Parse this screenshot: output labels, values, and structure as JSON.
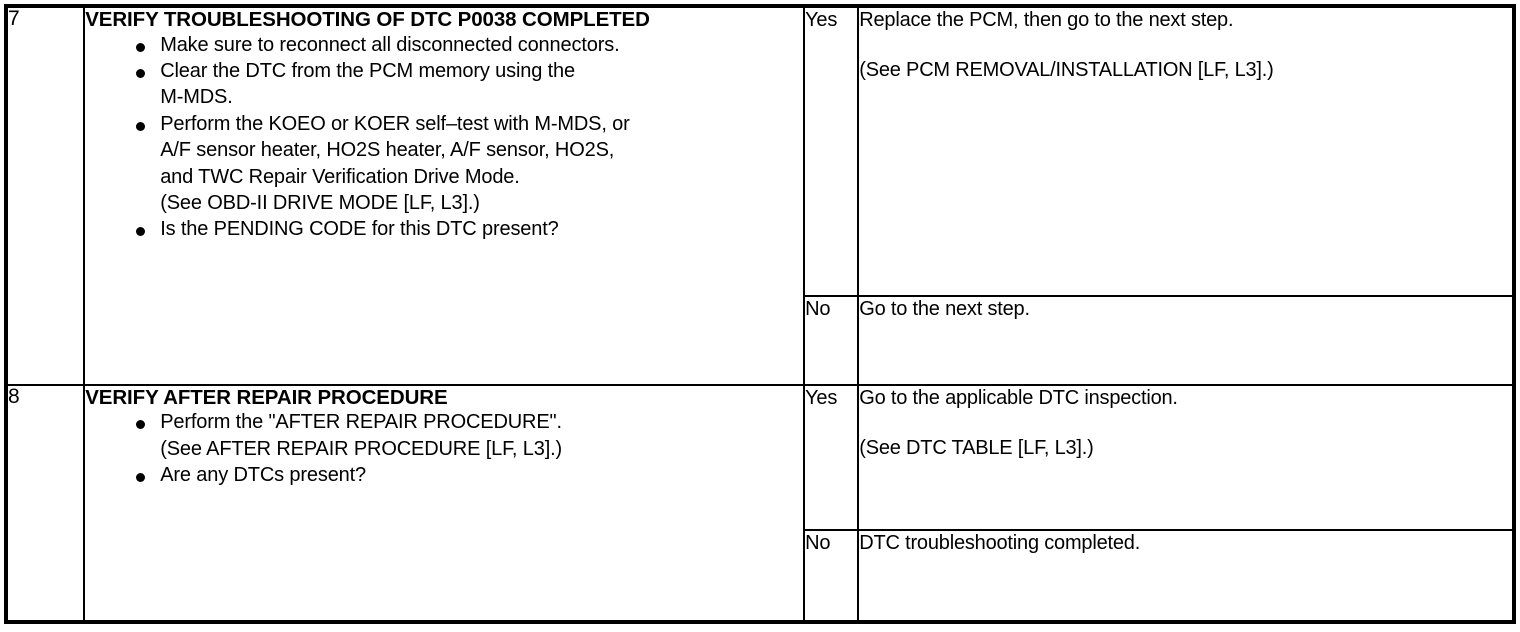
{
  "document": {
    "kind": "dtc-troubleshooting-table",
    "columns": [
      "step",
      "inspection",
      "answer",
      "action"
    ]
  },
  "rows": [
    {
      "step": "7",
      "title": "VERIFY TROUBLESHOOTING OF DTC P0038 COMPLETED",
      "items": [
        {
          "bullet": true,
          "lines": [
            "Make sure to reconnect all disconnected connectors."
          ]
        },
        {
          "bullet": true,
          "lines": [
            "Clear the DTC from the PCM memory using the",
            "M-MDS."
          ]
        },
        {
          "bullet": true,
          "lines": [
            "Perform the KOEO or KOER self–test with M-MDS, or",
            "A/F sensor heater, HO2S heater, A/F sensor, HO2S,",
            "and TWC Repair Verification Drive Mode."
          ]
        },
        {
          "bullet": false,
          "lines": [
            "(See OBD-II DRIVE MODE [LF, L3].)"
          ]
        },
        {
          "bullet": true,
          "lines": [
            "Is the PENDING CODE for this DTC present?"
          ]
        }
      ],
      "answers": [
        {
          "label": "Yes",
          "lines": [
            "Replace the PCM, then go to the next step.",
            "(See PCM REMOVAL/INSTALLATION [LF, L3].)"
          ]
        },
        {
          "label": "No",
          "lines": [
            "Go to the next step."
          ]
        }
      ]
    },
    {
      "step": "8",
      "title": "VERIFY AFTER REPAIR PROCEDURE",
      "items": [
        {
          "bullet": true,
          "lines": [
            "Perform the \"AFTER REPAIR PROCEDURE\"."
          ]
        },
        {
          "bullet": false,
          "lines": [
            "(See AFTER REPAIR PROCEDURE [LF, L3].)"
          ]
        },
        {
          "bullet": true,
          "lines": [
            "Are any DTCs present?"
          ]
        }
      ],
      "answers": [
        {
          "label": "Yes",
          "lines": [
            "Go to the applicable DTC inspection.",
            "(See DTC TABLE [LF, L3].)"
          ]
        },
        {
          "label": "No",
          "lines": [
            "DTC troubleshooting completed."
          ]
        }
      ]
    }
  ],
  "colors": {
    "ink": "#000000",
    "paper": "#ffffff"
  }
}
